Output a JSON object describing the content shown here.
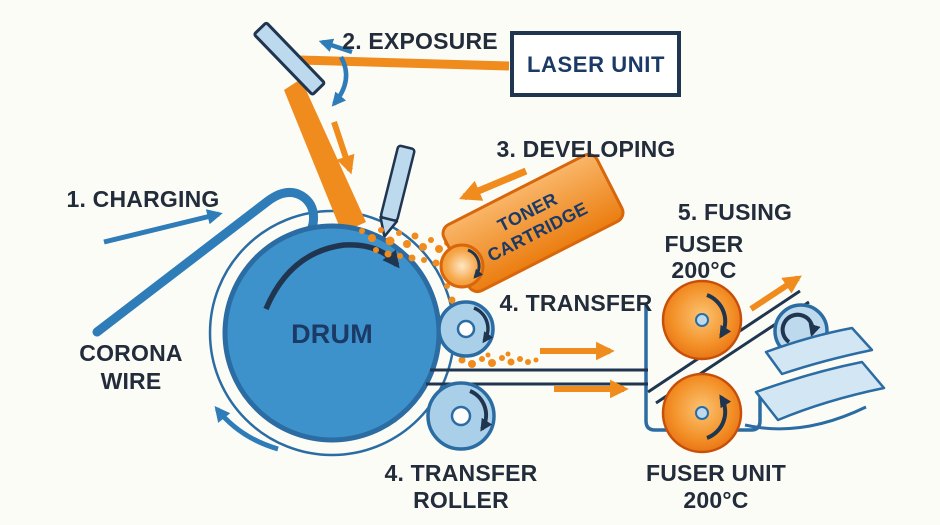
{
  "labels": {
    "charging": "1. CHARGING",
    "exposure": "2. EXPOSURE",
    "developing": "3. DEVELOPING",
    "transfer": "4. TRANSFER",
    "fusing": "5. FUSING",
    "laser_unit": "LASER UNIT",
    "drum": "DRUM",
    "corona_wire": {
      "line1": "CORONA",
      "line2": "WIRE"
    },
    "toner_cartridge": {
      "line1": "TONER",
      "line2": "CARTRIDGE"
    },
    "fuser": {
      "line1": "FUSER",
      "line2": "200°C"
    },
    "transfer_roller": {
      "line1": "4. TRANSFER",
      "line2": "ROLLER"
    },
    "fuser_unit": {
      "line1": "FUSER UNIT",
      "line2": "200°C"
    }
  },
  "colors": {
    "background": "#fcfcf7",
    "drum_blue": "#3e92cc",
    "roller_blue": "#a9cfe9",
    "light_blue": "#bcd9ee",
    "paper_blue": "#d3e6f4",
    "stroke_blue": "#2b6ca3",
    "wire_blue": "#2e7cb8",
    "navy": "#20354f",
    "text_dark": "#232c3a",
    "text_navy": "#1b3a66",
    "orange": "#f08b1d",
    "dark_orange": "#d8660a",
    "light_orange": "#f8b25c",
    "white": "#ffffff"
  }
}
